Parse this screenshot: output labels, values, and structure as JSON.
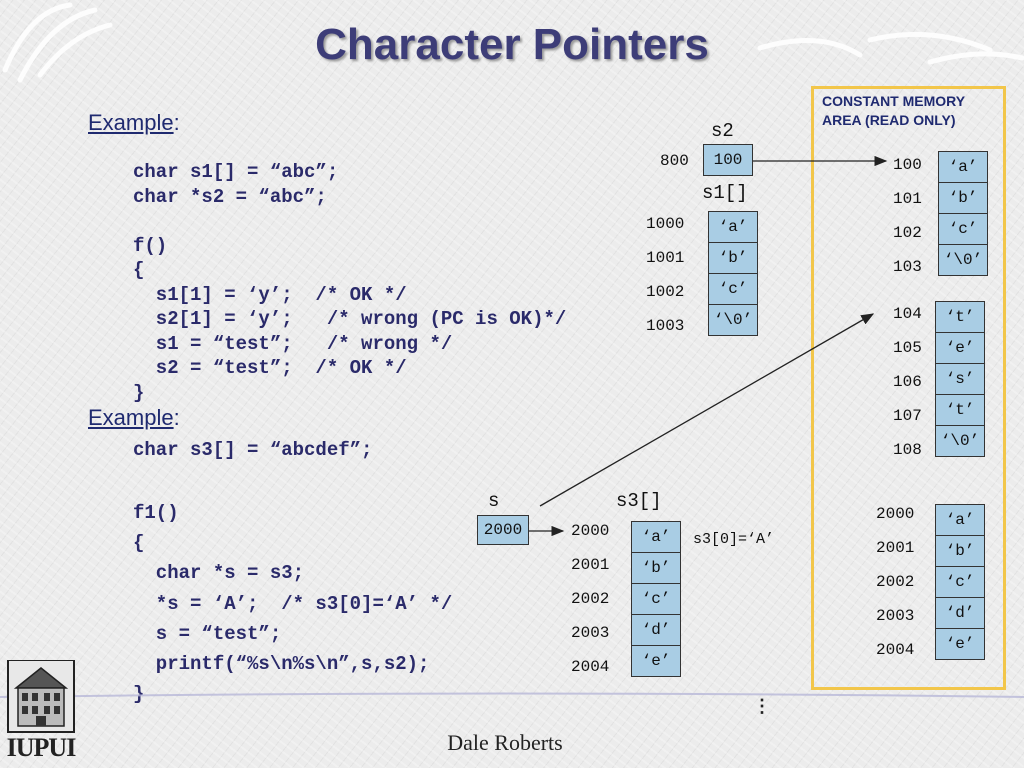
{
  "slide": {
    "title": "Character Pointers",
    "footer": "Dale Roberts",
    "logo_text": "IUPUI"
  },
  "section1": {
    "label": "Example",
    "colon": ":",
    "code": "char s1[] = “abc”;\nchar *s2 = “abc”;\n\nf()\n{\n  s1[1] = ‘y’;  /* OK */\n  s2[1] = ‘y’;   /* wrong (PC is OK)*/\n  s1 = “test”;   /* wrong */\n  s2 = “test”;  /* OK */\n}"
  },
  "section2": {
    "label": "Example",
    "colon": ":",
    "decl": "char s3[] = “abcdef”;",
    "code": "f1()\n{\n  char *s = s3;\n  *s = ‘A’;  /* s3[0]=‘A’ */\n  s = “test”;\n  printf(“%s\\n%s\\n”,s,s2);\n}"
  },
  "memory": {
    "s2": {
      "label": "s2",
      "address": "800",
      "value": "100"
    },
    "s1": {
      "label": "s1[]",
      "addresses": [
        "1000",
        "1001",
        "1002",
        "1003"
      ],
      "cells": [
        "‘a’",
        "‘b’",
        "‘c’",
        "‘\\0’"
      ]
    },
    "s": {
      "label": "s",
      "value": "2000"
    },
    "s3": {
      "label": "s3[]",
      "addresses": [
        "2000",
        "2001",
        "2002",
        "2003",
        "2004"
      ],
      "cells": [
        "‘a’",
        "‘b’",
        "‘c’",
        "‘d’",
        "‘e’"
      ],
      "note": "s3[0]=‘A’",
      "ellipsis": "⋮"
    },
    "constant_area": {
      "label_line1": "CONSTANT MEMORY",
      "label_line2": "AREA (READ ONLY)",
      "group1": {
        "addresses": [
          "100",
          "101",
          "102",
          "103"
        ],
        "cells": [
          "‘a’",
          "‘b’",
          "‘c’",
          "‘\\0’"
        ]
      },
      "group2": {
        "addresses": [
          "104",
          "105",
          "106",
          "107",
          "108"
        ],
        "cells": [
          "‘t’",
          "‘e’",
          "‘s’",
          "‘t’",
          "‘\\0’"
        ]
      },
      "group3": {
        "addresses": [
          "2000",
          "2001",
          "2002",
          "2003",
          "2004"
        ],
        "cells": [
          "‘a’",
          "‘b’",
          "‘c’",
          "‘d’",
          "‘e’"
        ]
      }
    }
  },
  "colors": {
    "title": "#3d3d78",
    "cell_fill": "#a9cde4",
    "highlight_border": "#f2c64a"
  }
}
